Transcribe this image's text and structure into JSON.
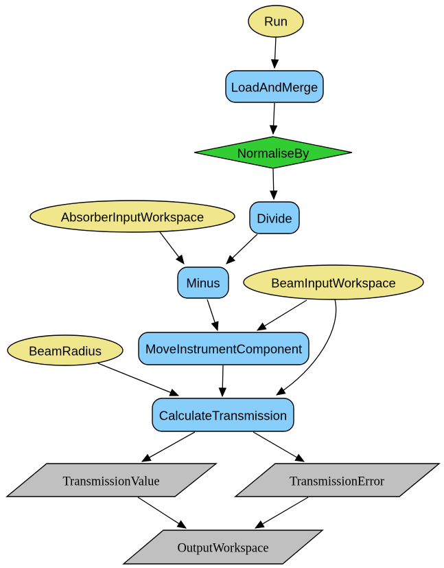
{
  "diagram": {
    "kind": "algorithm-workflow-flowchart",
    "background": "#ffffff",
    "colors": {
      "parameter_fill": "#F0E68C",
      "algorithm_fill": "#87CEFA",
      "decision_fill": "#32CD32",
      "output_fill": "#C0C0C0",
      "border": "#000000",
      "edge": "#000000",
      "text": "#000000"
    },
    "nodes": {
      "run": {
        "label": "Run",
        "shape": "ellipse",
        "role": "input-parameter"
      },
      "load_and_merge": {
        "label": "LoadAndMerge",
        "shape": "rounded-rect",
        "role": "algorithm"
      },
      "normalise_by": {
        "label": "NormaliseBy",
        "shape": "diamond",
        "role": "decision"
      },
      "divide": {
        "label": "Divide",
        "shape": "rounded-rect",
        "role": "algorithm"
      },
      "absorber_input_workspace": {
        "label": "AbsorberInputWorkspace",
        "shape": "ellipse",
        "role": "input-parameter"
      },
      "minus": {
        "label": "Minus",
        "shape": "rounded-rect",
        "role": "algorithm"
      },
      "beam_input_workspace": {
        "label": "BeamInputWorkspace",
        "shape": "ellipse",
        "role": "input-parameter"
      },
      "move_instrument_component": {
        "label": "MoveInstrumentComponent",
        "shape": "rounded-rect",
        "role": "algorithm"
      },
      "beam_radius": {
        "label": "BeamRadius",
        "shape": "ellipse",
        "role": "input-parameter"
      },
      "calculate_transmission": {
        "label": "CalculateTransmission",
        "shape": "rounded-rect",
        "role": "algorithm"
      },
      "transmission_value": {
        "label": "TransmissionValue",
        "shape": "parallelogram",
        "role": "output"
      },
      "transmission_error": {
        "label": "TransmissionError",
        "shape": "parallelogram",
        "role": "output"
      },
      "output_workspace": {
        "label": "OutputWorkspace",
        "shape": "parallelogram",
        "role": "output"
      }
    },
    "edges": [
      {
        "from": "Run",
        "to": "LoadAndMerge"
      },
      {
        "from": "LoadAndMerge",
        "to": "NormaliseBy"
      },
      {
        "from": "NormaliseBy",
        "to": "Divide"
      },
      {
        "from": "AbsorberInputWorkspace",
        "to": "Minus"
      },
      {
        "from": "Divide",
        "to": "Minus"
      },
      {
        "from": "Minus",
        "to": "MoveInstrumentComponent"
      },
      {
        "from": "BeamInputWorkspace",
        "to": "MoveInstrumentComponent"
      },
      {
        "from": "BeamInputWorkspace",
        "to": "CalculateTransmission"
      },
      {
        "from": "BeamRadius",
        "to": "CalculateTransmission"
      },
      {
        "from": "MoveInstrumentComponent",
        "to": "CalculateTransmission"
      },
      {
        "from": "CalculateTransmission",
        "to": "TransmissionValue"
      },
      {
        "from": "CalculateTransmission",
        "to": "TransmissionError"
      },
      {
        "from": "TransmissionValue",
        "to": "OutputWorkspace"
      },
      {
        "from": "TransmissionError",
        "to": "OutputWorkspace"
      }
    ]
  }
}
